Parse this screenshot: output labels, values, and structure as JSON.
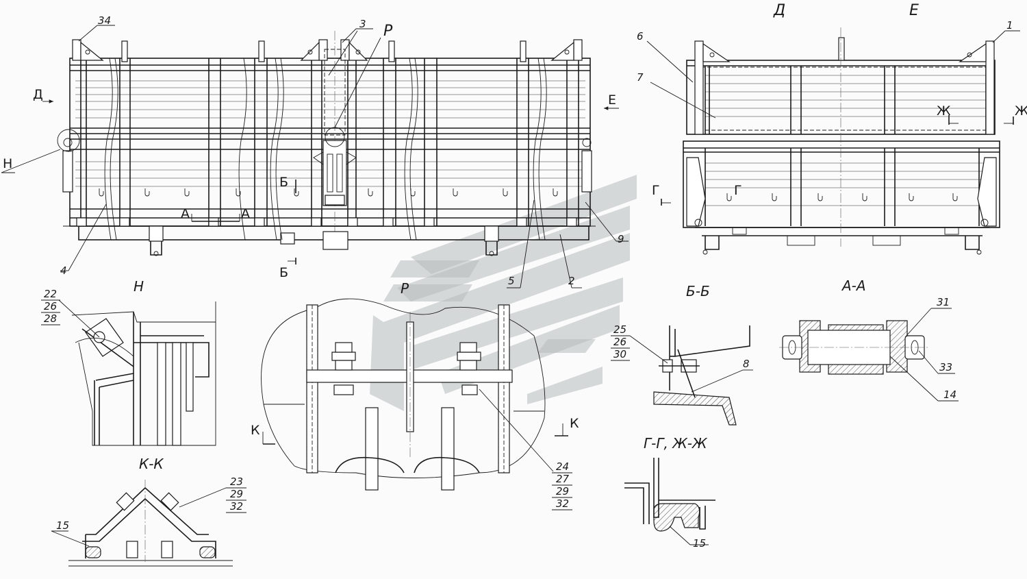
{
  "colors": {
    "line": "#1a1a1a",
    "background": "#fbfbfb",
    "watermark": "#b6bcbc"
  },
  "views": {
    "side_view_arrow_left": "Д",
    "side_view_arrow_right": "Е",
    "end_view_left": "Д",
    "end_view_right": "Е"
  },
  "sections": {
    "h_detail": "Н",
    "h_marker": "Н",
    "p_detail": "Р",
    "p_marker": "Р",
    "bb": "Б-Б",
    "aa": "А-А",
    "kk": "К-К",
    "gg_zhzh": "Г-Г, Ж-Ж",
    "a_mark": "А",
    "b_mark": "Б",
    "g_mark": "Г",
    "zh_mark": "Ж",
    "k_mark": "К"
  },
  "callouts": {
    "c1": "1",
    "c2": "2",
    "c3": "3",
    "c4": "4",
    "c5": "5",
    "c6": "6",
    "c7": "7",
    "c8": "8",
    "c9": "9",
    "c14": "14",
    "c15": "15",
    "c15b": "15",
    "c22": "22",
    "c23": "23",
    "c24": "24",
    "c25": "25",
    "c26": "26",
    "c26b": "26",
    "c27": "27",
    "c28": "28",
    "c29": "29",
    "c29b": "29",
    "c30": "30",
    "c31": "31",
    "c32": "32",
    "c32b": "32",
    "c33": "33",
    "c34": "34"
  }
}
